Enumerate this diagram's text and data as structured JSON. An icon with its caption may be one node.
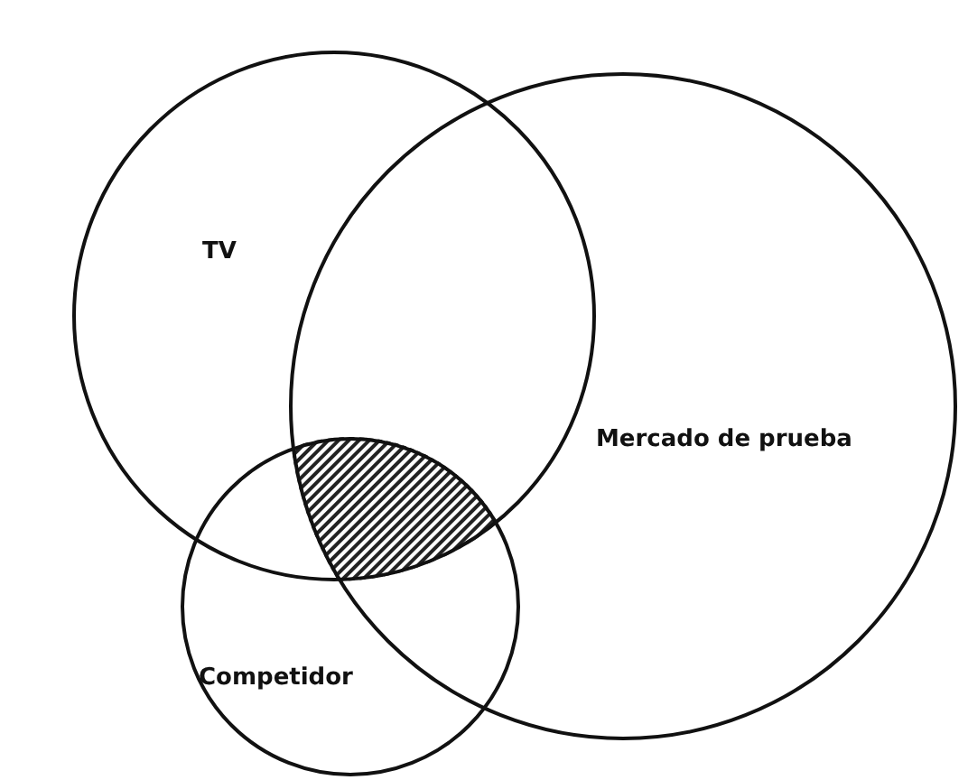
{
  "diagram": {
    "nodes": [
      {
        "text": [
          "TV"
        ]
      },
      {
        "text": [
          "Mercado de prueba"
        ]
      },
      {
        "text": [
          "Competidor"
        ]
      },
      {
        "text": [],
        "shape": "lens"
      }
    ]
  }
}
